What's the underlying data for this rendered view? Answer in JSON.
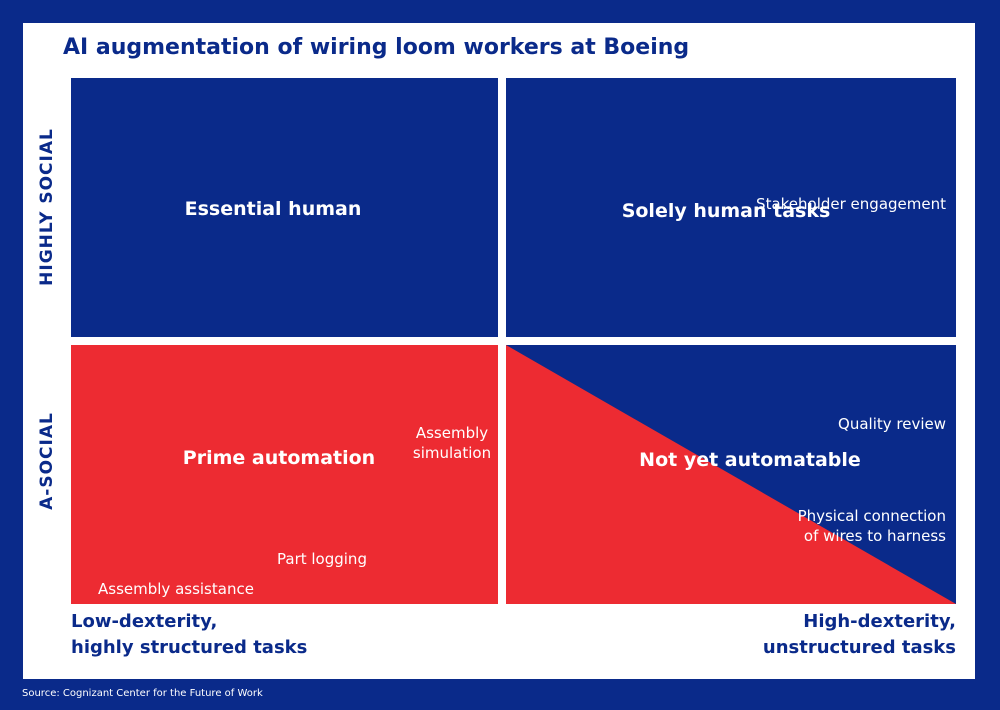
{
  "title": "AI augmentation of wiring loom workers at Boeing",
  "y_axis": {
    "top": "HIGHLY SOCIAL",
    "bottom": "A-SOCIAL"
  },
  "x_axis": {
    "left_line1": "Low-dexterity,",
    "left_line2": "highly structured tasks",
    "right_line1": "High-dexterity,",
    "right_line2": "unstructured tasks"
  },
  "quadrants": {
    "top_left": {
      "label": "Essential human"
    },
    "top_right": {
      "label": "Solely human tasks",
      "tasks": [
        "Stakeholder engagement"
      ]
    },
    "bottom_left": {
      "label": "Prime automation",
      "tasks": [
        "Assembly",
        "simulation",
        "Part logging",
        "Assembly assistance"
      ]
    },
    "bottom_right": {
      "label": "Not yet automatable",
      "tasks": [
        "Quality review",
        "Physical connection",
        "of wires to harness"
      ]
    }
  },
  "source": "Source: Cognizant Center for the Future of Work",
  "colors": {
    "navy": "#0a2a8a",
    "red": "#ed2b32",
    "white": "#ffffff"
  }
}
